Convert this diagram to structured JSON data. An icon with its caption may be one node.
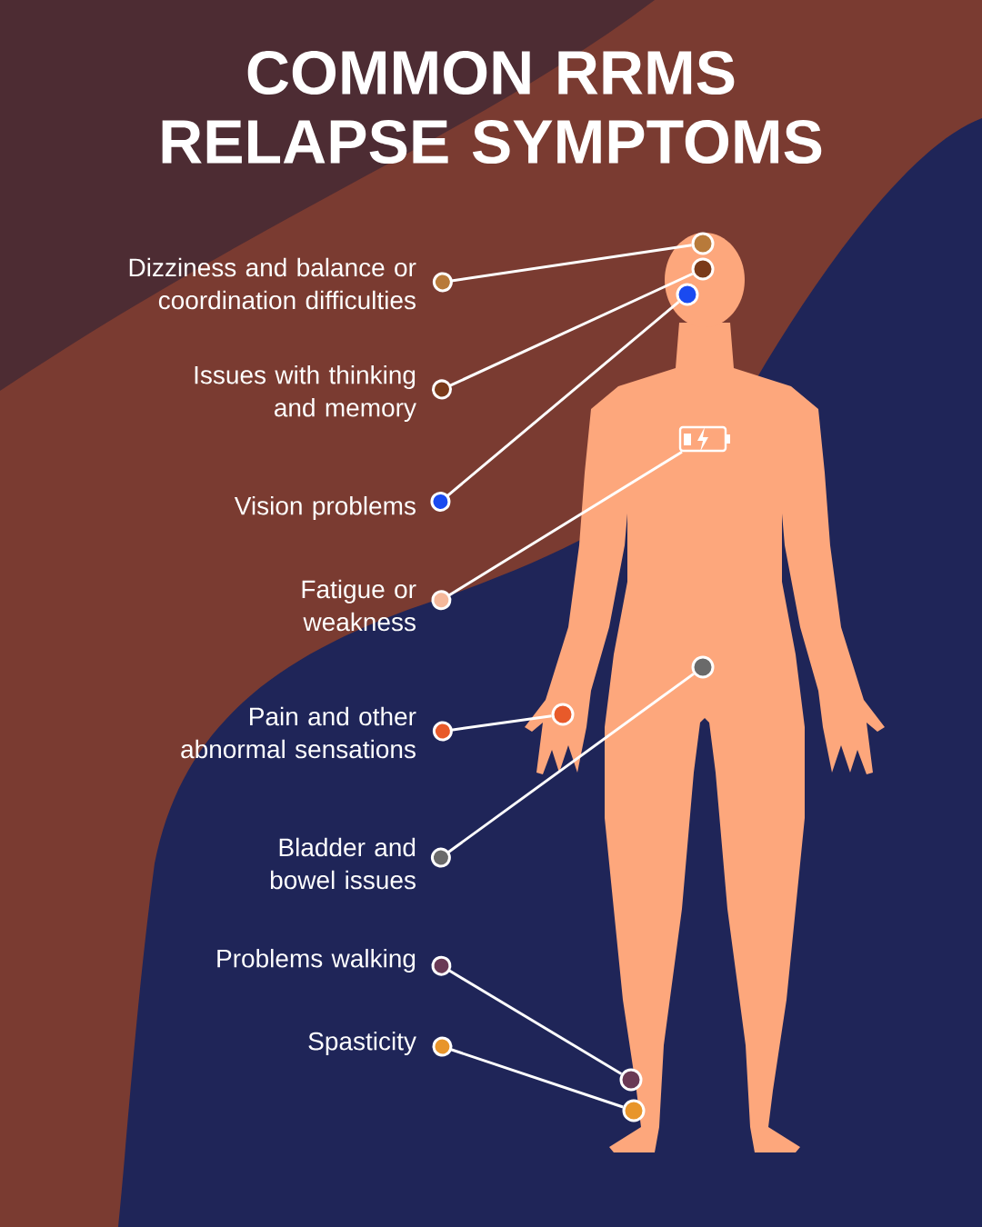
{
  "diagram": {
    "title": "COMMON RRMS RELAPSE SYMPTOMS",
    "nodes": [
      {
        "text": [
          "Dizziness and balance or coordination difficulties"
        ]
      },
      {
        "text": [
          "Issues with thinking and memory"
        ]
      },
      {
        "text": [
          "Vision problems"
        ]
      },
      {
        "text": [
          "Fatigue or weakness"
        ]
      },
      {
        "text": [
          "Pain and other abnormal sensations"
        ]
      },
      {
        "text": [
          "Bladder and bowel issues"
        ]
      },
      {
        "text": [
          "Problems walking"
        ]
      },
      {
        "text": [
          "Spasticity"
        ]
      },
      {
        "text": [],
        "shape": "circle"
      },
      {
        "text": [],
        "shape": "circle"
      },
      {
        "text": [],
        "shape": "circle"
      },
      {
        "text": [],
        "shape": "picture"
      },
      {
        "text": [],
        "shape": "circle"
      },
      {
        "text": [],
        "shape": "circle"
      },
      {
        "text": [],
        "shape": "circle"
      },
      {
        "text": [],
        "shape": "circle"
      }
    ],
    "edges": [
      {
        "from": 0,
        "to": 8,
        "arrow": "other"
      },
      {
        "from": 1,
        "to": 9,
        "arrow": "other"
      },
      {
        "from": 2,
        "to": 10,
        "arrow": "other"
      },
      {
        "from": 3,
        "to": 11,
        "arrow": "other"
      },
      {
        "from": 4,
        "to": 13,
        "arrow": "other"
      },
      {
        "from": 5,
        "to": 12,
        "arrow": "other"
      },
      {
        "from": 6,
        "to": 14,
        "arrow": "other"
      },
      {
        "from": 7,
        "to": 15,
        "arrow": "other"
      }
    ]
  }
}
